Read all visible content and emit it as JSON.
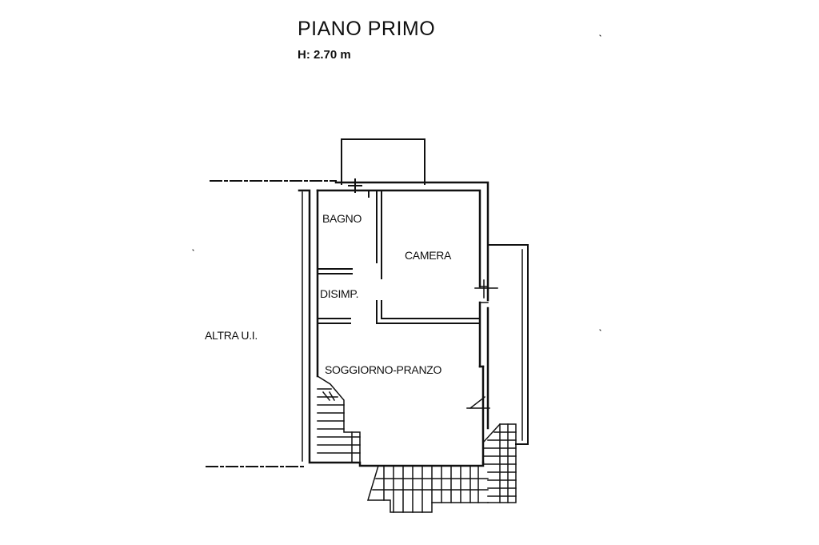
{
  "header": {
    "title": "PIANO PRIMO",
    "height_label": "H: 2.70 m"
  },
  "rooms": {
    "bagno": "BAGNO",
    "camera": "CAMERA",
    "disimp": "DISIMP.",
    "soggiorno": "SOGGIORNO-PRANZO"
  },
  "neighbors": {
    "altra_ui": "ALTRA U.I."
  },
  "colors": {
    "ink": "#111111",
    "paper": "#ffffff"
  }
}
